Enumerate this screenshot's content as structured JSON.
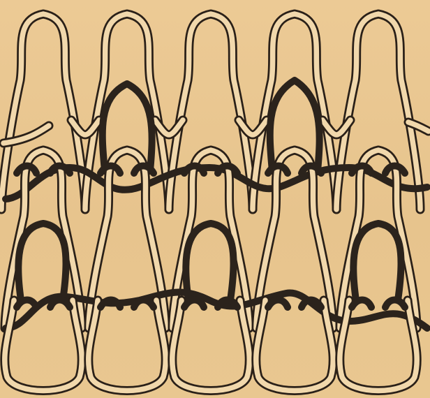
{
  "diagram": {
    "subject": "knitted-fabric-loop-structure",
    "colors": {
      "paper": "#e9c892",
      "outline": "#2a2018",
      "light_yarn_fill": "#f1d8ac",
      "dark_yarn": "#2b231c"
    },
    "columns": 5,
    "rows": 3
  }
}
